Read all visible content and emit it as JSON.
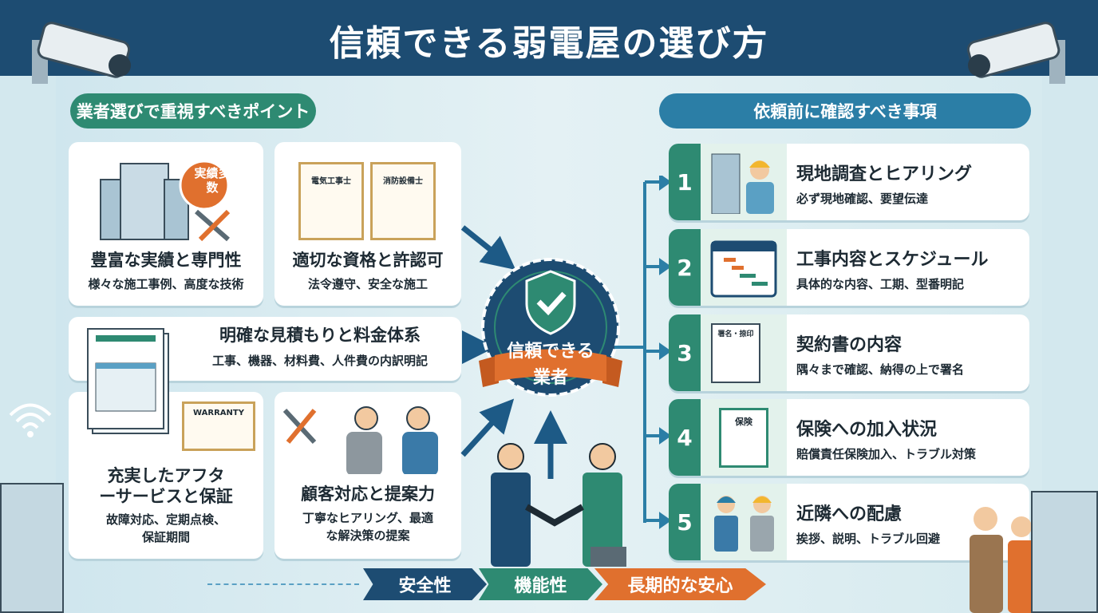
{
  "title": "信頼できる弱電屋の選び方",
  "left_section": {
    "heading": "業者選びで重視すべきポイント",
    "cards": [
      {
        "title": "豊富な実績と専門性",
        "subtitle": "様々な施工事例、高度な技術",
        "badge": "実績多数"
      },
      {
        "title": "適切な資格と許認可",
        "subtitle": "法令遵守、安全な施工",
        "cert1": "電気工事士",
        "cert2": "消防設備士"
      },
      {
        "title": "明確な見積もりと料金体系",
        "subtitle": "工事、機器、材料費、人件費の内訳明記"
      },
      {
        "title_line1": "充実したアフタ",
        "title_line2": "ーサービスと保証",
        "subtitle_line1": "故障対応、定期点検、",
        "subtitle_line2": "保証期間",
        "warranty": "WARRANTY"
      },
      {
        "title": "顧客対応と提案力",
        "subtitle_line1": "丁寧なヒアリング、最適",
        "subtitle_line2": "な解決策の提案"
      }
    ]
  },
  "center_badge": {
    "line1": "信頼できる",
    "ribbon": "業者"
  },
  "right_section": {
    "heading": "依頼前に確認すべき事項",
    "items": [
      {
        "number": "1",
        "title": "現地調査とヒアリング",
        "subtitle": "必ず現地確認、要望伝達"
      },
      {
        "number": "2",
        "title": "工事内容とスケジュール",
        "subtitle": "具体的な内容、工期、型番明記"
      },
      {
        "number": "3",
        "title": "契約書の内容",
        "subtitle": "隅々まで確認、納得の上で署名",
        "doc_label": "署名・捺印"
      },
      {
        "number": "4",
        "title": "保険への加入状況",
        "subtitle": "賠償責任保険加入、トラブル対策",
        "doc_label": "保険"
      },
      {
        "number": "5",
        "title": "近隣への配慮",
        "subtitle": "挨拶、説明、トラブル回避"
      }
    ]
  },
  "bottom_steps": [
    "安全性",
    "機能性",
    "長期的な安心"
  ],
  "colors": {
    "navy": "#1d4c72",
    "green": "#2e8a72",
    "blue": "#2b7ea6",
    "orange": "#e0702e"
  }
}
